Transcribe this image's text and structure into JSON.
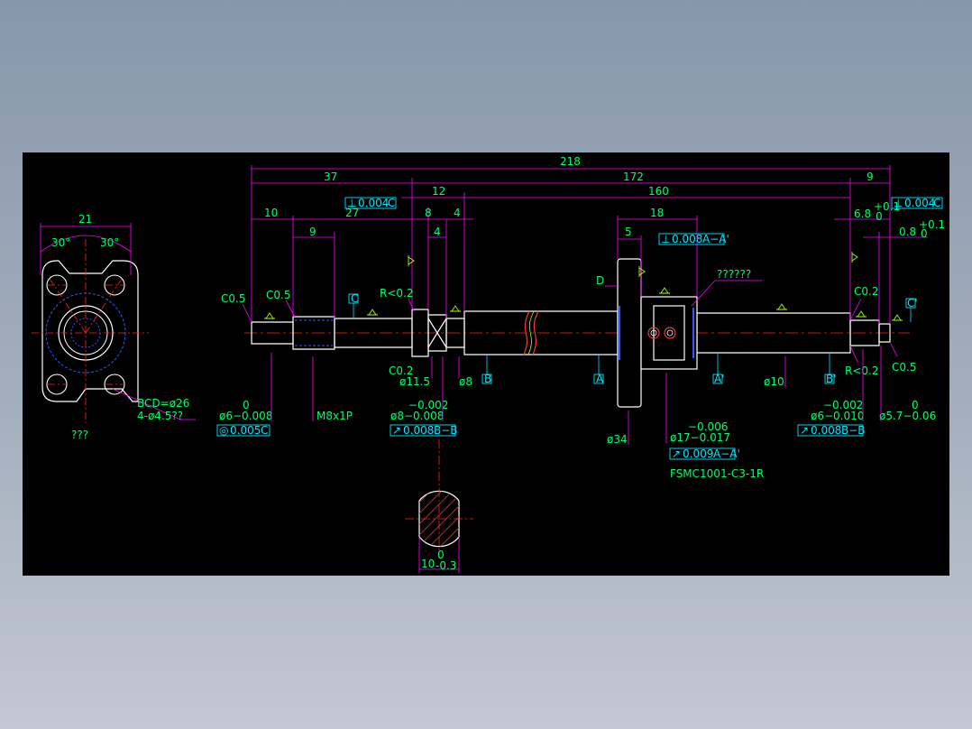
{
  "colors": {
    "background": "#000000",
    "outline": "#ffffff",
    "dimension": "#ff00ff",
    "label": "#00ff66",
    "centerline": "#ff2222",
    "hidden": "#3355ff",
    "frame": "#00e5ff",
    "weld": "#ffff00"
  },
  "flange_view": {
    "width_dim": "21",
    "angle_left": "30°",
    "angle_right": "30°",
    "bcd": "BCD=ø26",
    "holes": "4-ø4.5??",
    "caption": "???"
  },
  "shaft": {
    "dims": {
      "total": "218",
      "d37": "37",
      "d172": "172",
      "d9": "9",
      "d12": "12",
      "d160": "160",
      "d10": "10",
      "d27": "27",
      "d8": "8",
      "d4a": "4",
      "d4b": "4",
      "d18": "18",
      "d5": "5",
      "d9b": "9",
      "d6_8": "6.8",
      "d6_8_tol": "+0.1",
      "d6_8_tol0": "0",
      "d0_8": "0.8",
      "d0_8_tol": "+0.1",
      "d0_8_tol0": "0"
    },
    "chamfers": {
      "c05_left": "C0.5",
      "c05_step": "C0.5",
      "r02_left": "R<0.2",
      "c02_left": "C0.2",
      "c02_right": "C0.2",
      "r02_right": "R<0.2",
      "c05_right": "C0.5"
    },
    "diameters": {
      "d6_tol_top": "0",
      "d6": "ø6−0.008",
      "thread": "M8x1P",
      "d11_5": "ø11.5",
      "d8_label": "ø8",
      "d8_tol_top": "−0.002",
      "d8": "ø8−0.008",
      "d34": "ø34",
      "d17_tol_top": "−0.006",
      "d17": "ø17−0.017",
      "d10": "ø10",
      "d6r_tol_top": "−0.002",
      "d6r": "ø6−0.010",
      "d57_tol_top": "0",
      "d57": "ø5.7−0.06"
    },
    "tolerance_frames": {
      "perp_top_left": [
        "⊥",
        "0.004",
        "C"
      ],
      "perp_top_right": [
        "⊥",
        "0.004",
        "C"
      ],
      "perp_nut": [
        "⊥",
        "0.008",
        "A−A'"
      ],
      "concentric": [
        "◎",
        "0.005",
        "C"
      ],
      "runout_left": [
        "↗",
        "0.008",
        "B−B"
      ],
      "runout_nut": [
        "↗",
        "0.009",
        "A−A'"
      ],
      "runout_right": [
        "↗",
        "0.008",
        "B−B"
      ]
    },
    "datums": {
      "c": "C",
      "b": "B",
      "a": "A",
      "a_prime": "A'",
      "b_prime": "B'",
      "c_prime": "C'"
    },
    "leader_text": "??????",
    "view_d": "D",
    "part_no": "FSMC1001-C3-1R"
  },
  "section_view": {
    "width_dim": "10",
    "tol_top": "0",
    "tol_bottom": "-0.3"
  }
}
